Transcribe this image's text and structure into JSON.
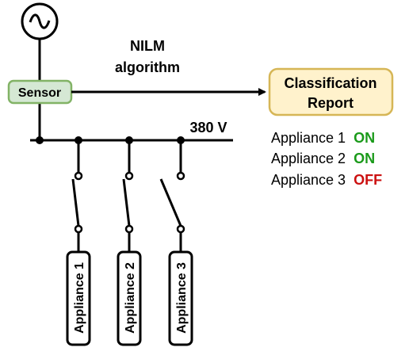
{
  "source": {
    "symbol": "~"
  },
  "sensor": {
    "label": "Sensor"
  },
  "algorithm": {
    "line1": "NILM",
    "line2": "algorithm"
  },
  "report": {
    "line1": "Classification",
    "line2": "Report"
  },
  "bus": {
    "voltage": "380 V"
  },
  "appliances": [
    {
      "name": "Appliance 1",
      "switch": "closed"
    },
    {
      "name": "Appliance 2",
      "switch": "closed"
    },
    {
      "name": "Appliance 3",
      "switch": "open"
    }
  ],
  "status": [
    {
      "name": "Appliance 1",
      "state": "ON"
    },
    {
      "name": "Appliance 2",
      "state": "ON"
    },
    {
      "name": "Appliance 3",
      "state": "OFF"
    }
  ],
  "colors": {
    "sensor_fill": "#d5e8d4",
    "sensor_stroke": "#82b366",
    "report_fill": "#fff2cc",
    "report_stroke": "#d6b656",
    "on": "#1a9a1a",
    "off": "#cc1111"
  }
}
